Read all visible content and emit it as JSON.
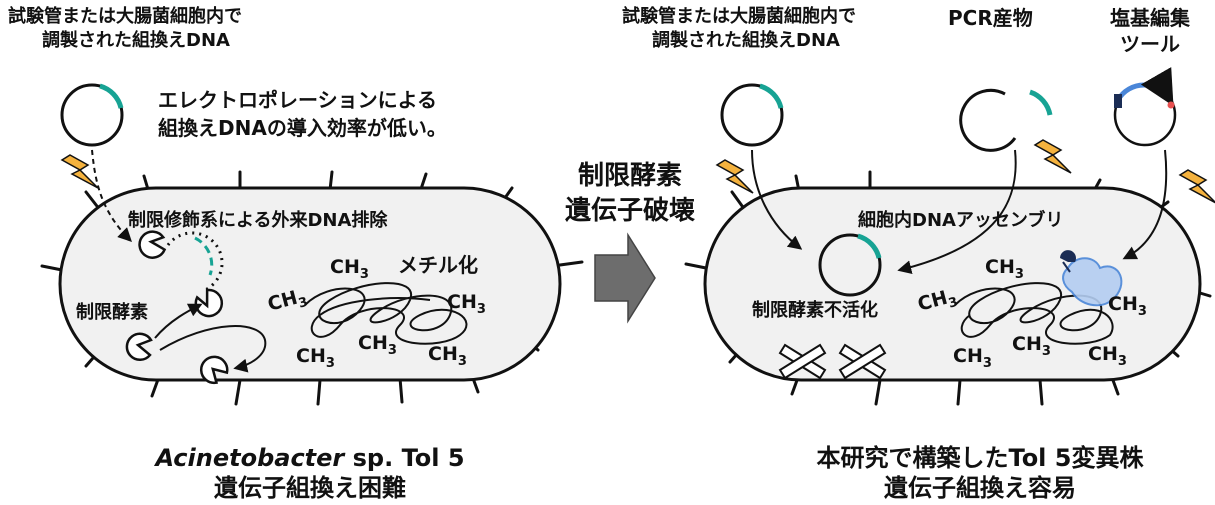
{
  "left": {
    "source_label": [
      "試験管または大腸菌細胞内で",
      "調製された組換えDNA"
    ],
    "electroporation_note": [
      "エレクトロポレーションによる",
      "組換えDNAの導入効率が低い。"
    ],
    "rm_label": "制限修飾系による外来DNA排除",
    "enzyme_label": "制限酵素",
    "methylation_label": "メチル化",
    "methyl_group": {
      "main": "CH",
      "sub": "3"
    },
    "strain_italic": "Acinetobacter",
    "strain_rest": " sp. Tol 5",
    "conclusion": "遺伝子組換え困難"
  },
  "arrow": {
    "label_line1": "制限酵素",
    "label_line2": "遺伝子破壊"
  },
  "right": {
    "source_label": [
      "試験管または大腸菌細胞内で",
      "調製された組換えDNA"
    ],
    "pcr_label": "PCR産物",
    "base_editing_label": [
      "塩基編集",
      "ツール"
    ],
    "assembly_label": "細胞内DNAアッセンブリ",
    "inactivation_label": "制限酵素不活化",
    "methyl_group": {
      "main": "CH",
      "sub": "3"
    },
    "strain_title": "本研究で構築したTol 5変異株",
    "conclusion": "遺伝子組換え容易"
  },
  "colors": {
    "dna_accent": "#17a394",
    "cell_fill": "#f1f1f1",
    "bolt": "#f4b23e",
    "arrow_fill": "#6d6d6d",
    "editor_blue": "#4a86d8",
    "editor_light": "#b3cdf1",
    "editor_dark": "#1b2d55",
    "mark_red": "#e85050"
  }
}
